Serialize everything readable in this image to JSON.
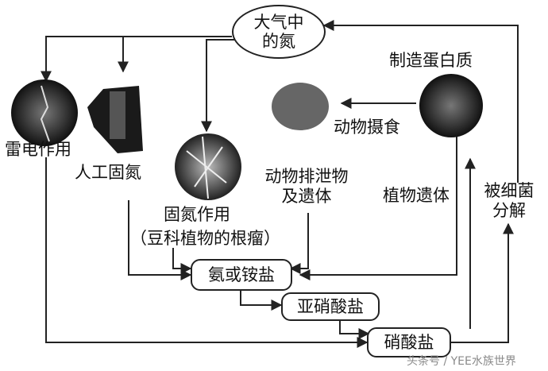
{
  "diagram": {
    "atmosphere": [
      "大气中",
      "的氮"
    ],
    "protein": "制造蛋白质",
    "animal_eating": "动物摄食",
    "lightning": "雷电作用",
    "industrial": "人工固氮",
    "biofixation": "固氮作用",
    "biofixation_note": "（豆科植物的根瘤）",
    "animal_waste": [
      "动物排泄物",
      "及遗体"
    ],
    "plant_remains": "植物遗体",
    "bacteria": [
      "被细菌",
      "分解"
    ],
    "ammonia": "氨或铵盐",
    "nitrite": "亚硝酸盐",
    "nitrate": "硝酸盐"
  },
  "watermark": "头条号 / YEE水族世界"
}
